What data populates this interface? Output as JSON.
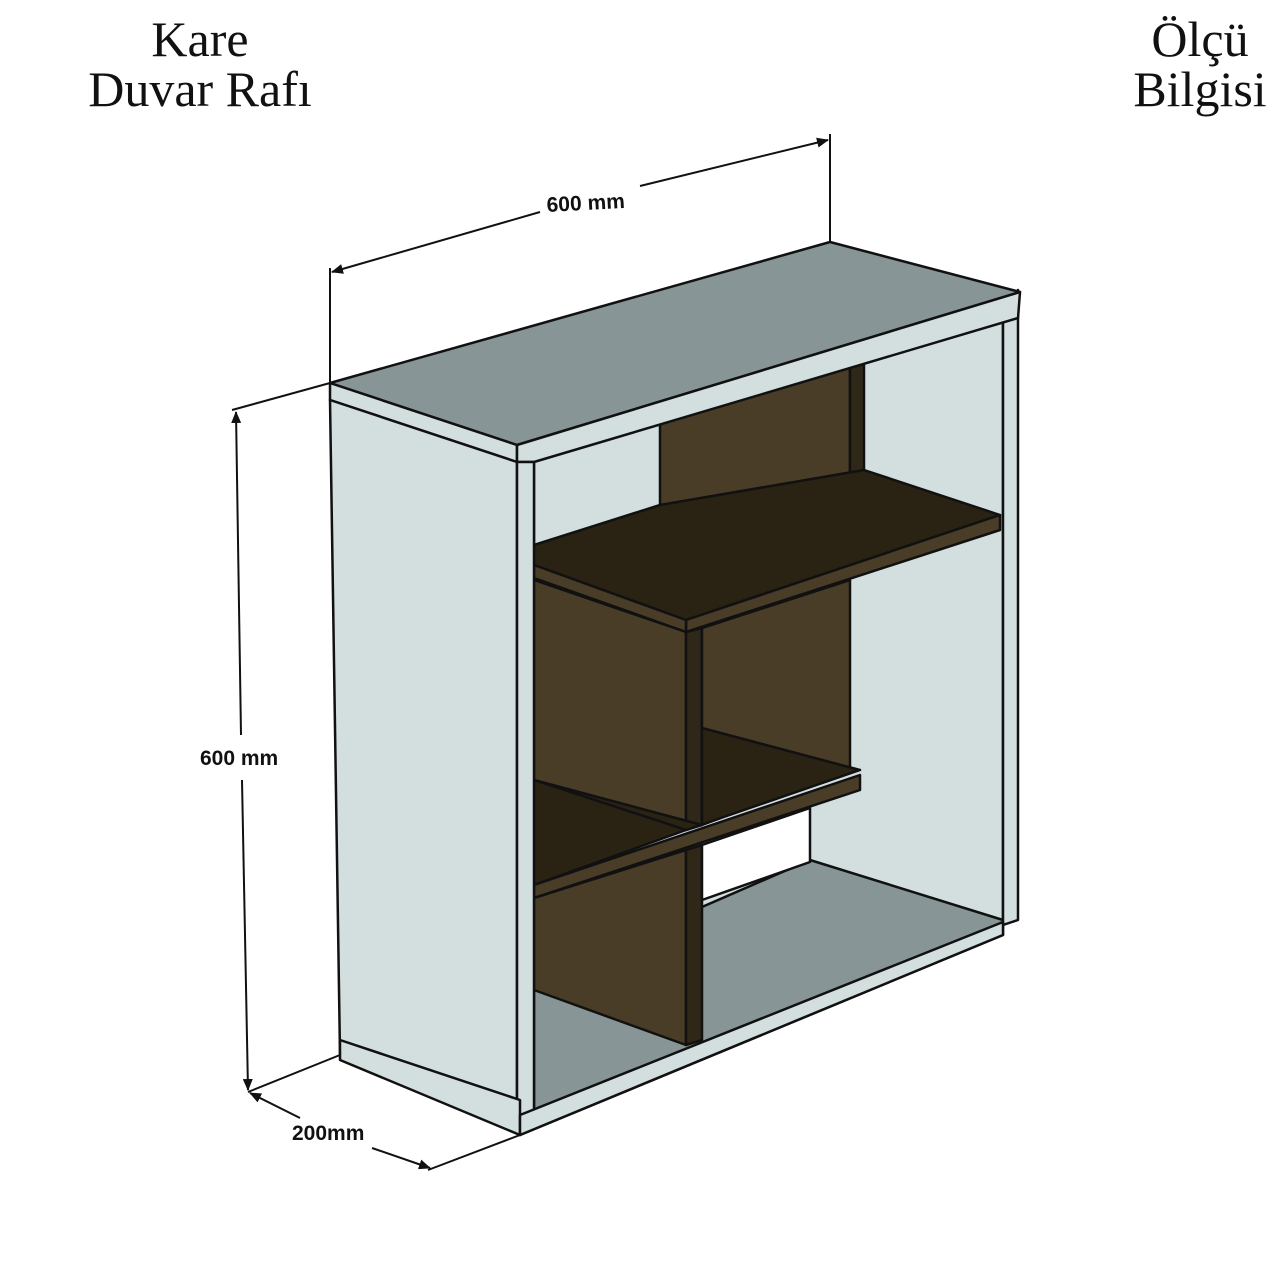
{
  "title": {
    "line1": "Kare",
    "line2": "Duvar Rafı"
  },
  "info": {
    "line1": "Ölçü",
    "line2": "Bilgisi"
  },
  "dimensions": {
    "width": "600 mm",
    "height": "600 mm",
    "depth": "200mm"
  },
  "colors": {
    "body": "#d3dede",
    "top": "#879596",
    "inner_shelf_top": "#2a2314",
    "inner_panel": "#4a3d27",
    "outline": "#111111"
  }
}
